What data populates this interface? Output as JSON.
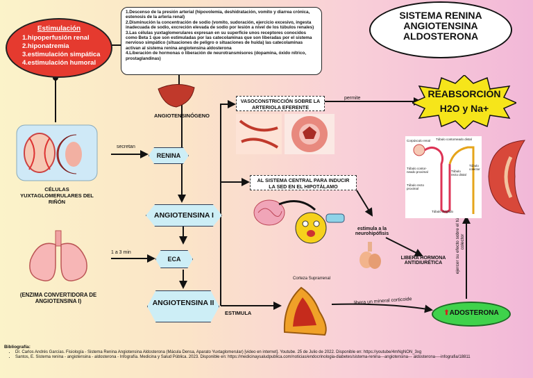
{
  "title": {
    "lines": [
      "SISTEMA RENINA",
      "ANGIOTENSINA",
      "ALDOSTERONA"
    ]
  },
  "stimulation": {
    "heading": "Estimulación",
    "items": [
      "1.hipoperfusión renal",
      "2.hiponatremia",
      "3.estimulación simpática",
      "4.estimulación humoral"
    ]
  },
  "notes": [
    "1.Descenso de la presión arterial (hipovolemia, deshidratación, vomito y diarrea crónica, estenosis de la arteria renal)",
    "2.Disminución la concentración de sodio (vomito, sudoración, ejercicio excesivo, ingesta inadecuada de sodio, excreción elevada de sodio por lesión a nivel de los túbulos renales)",
    "3.Las células yuxtaglomerulares expresan en su superficie unos receptores conocidos como Beta 1 que son estimuladas por las catecolaminas que son liberadas por el sistema nervioso simpático (situaciones de peligro o situaciones de huida) las catecolaminas activan al sistema renina angiotensina aldosterona",
    "4.Liberación de hormonas o liberación de neurotransmisores (dopamina, óxido nítrico, prostaglandinas)"
  ],
  "labels": {
    "cells": "CÉLULAS YUXTAGLOMERULARES DEL RIÑÓN",
    "enzyme": "(ENZIMA CONVERTIDORA DE ANGIOTENSINA I)",
    "angiotensinogen": "ANGIOTENSINÓGENO",
    "secretan": "secretan",
    "time": "1 a 3 min",
    "stimula": "ESTIMULA",
    "permite": "permite",
    "neuro": "estimula a la neurohipófisis",
    "adh": "LIBERA HORMONA ANTIDIURÉTICA",
    "corteza": "Corteza  Suprarrenal",
    "mineral": "libera un mineral corticoide",
    "collector": "ejercer su efecto sobre el túbulo colector"
  },
  "nodes": {
    "renina": "RENINA",
    "ang1": "ANGIOTENSINA I",
    "eca": "ECA",
    "ang2": "ANGIOTENSINA II",
    "vaso": "VASOCONSTRICCIÓN SOBRE LA ARTERIOLA EFERENTE",
    "thirst": "AL SISTEMA CENTRAL PARA INDUCIR LA SED EN EL HIPOTÁLAMO",
    "reabs_1": "REABSORCIÓN",
    "reabs_2": "H2O y Na+",
    "aldo": "ADOSTERONA"
  },
  "nephron": {
    "glom": "Corpúsculo renal",
    "tcd": "Túbulo contorneado distal",
    "tcp": "Túbulo contor-neado proximal",
    "trp": "Túbulo recto proximal",
    "trd": "Túbulo recto distal",
    "tc": "Túbulo colector",
    "td": "Túbulo delgado"
  },
  "bibliography": {
    "heading": "Bibliografía:",
    "items": [
      "Dr. Carlos Andrés Garcías. Fisiología - Sistema Renina Angiotensina Aldosterona (Mácula Densa, Aparato Yuxtaglomerular) [video en internet]. Youtube. 25 de Julio de 2022. Disponible en: https://youtube/4mNgNON_3xg",
      "Santos, E. Sistema renina - angiotensina - aldosterona - Infografía. Medicina y Salud Pública. 2023. Disponible en: https://medicinaysaludpublica.com/noticias/endocrinologia-diabetes/sistema-renina---angiotensina--- aldosterona----infografia/18811"
    ]
  },
  "colors": {
    "stim": "#e53a2f",
    "burst": "#f6e51a",
    "hex": "#cdeef6",
    "aldo": "#3fd24b"
  }
}
